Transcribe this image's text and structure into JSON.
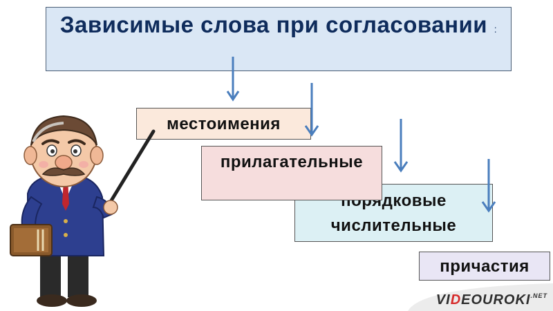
{
  "title": {
    "text": "Зависимые слова при согласовании",
    "suffix": ":"
  },
  "boxes": [
    {
      "label": "местоимения"
    },
    {
      "label": "прилагательные"
    },
    {
      "label": "порядковые числительные"
    },
    {
      "label": "причастия"
    }
  ],
  "logo": {
    "prefix": "VI",
    "highlight": "D",
    "rest": "EOUROKI",
    "suffix": ".NET"
  },
  "colors": {
    "title_bg": "#dae7f5",
    "title_text": "#0f2c5c",
    "arrow": "#4a7ebd"
  }
}
